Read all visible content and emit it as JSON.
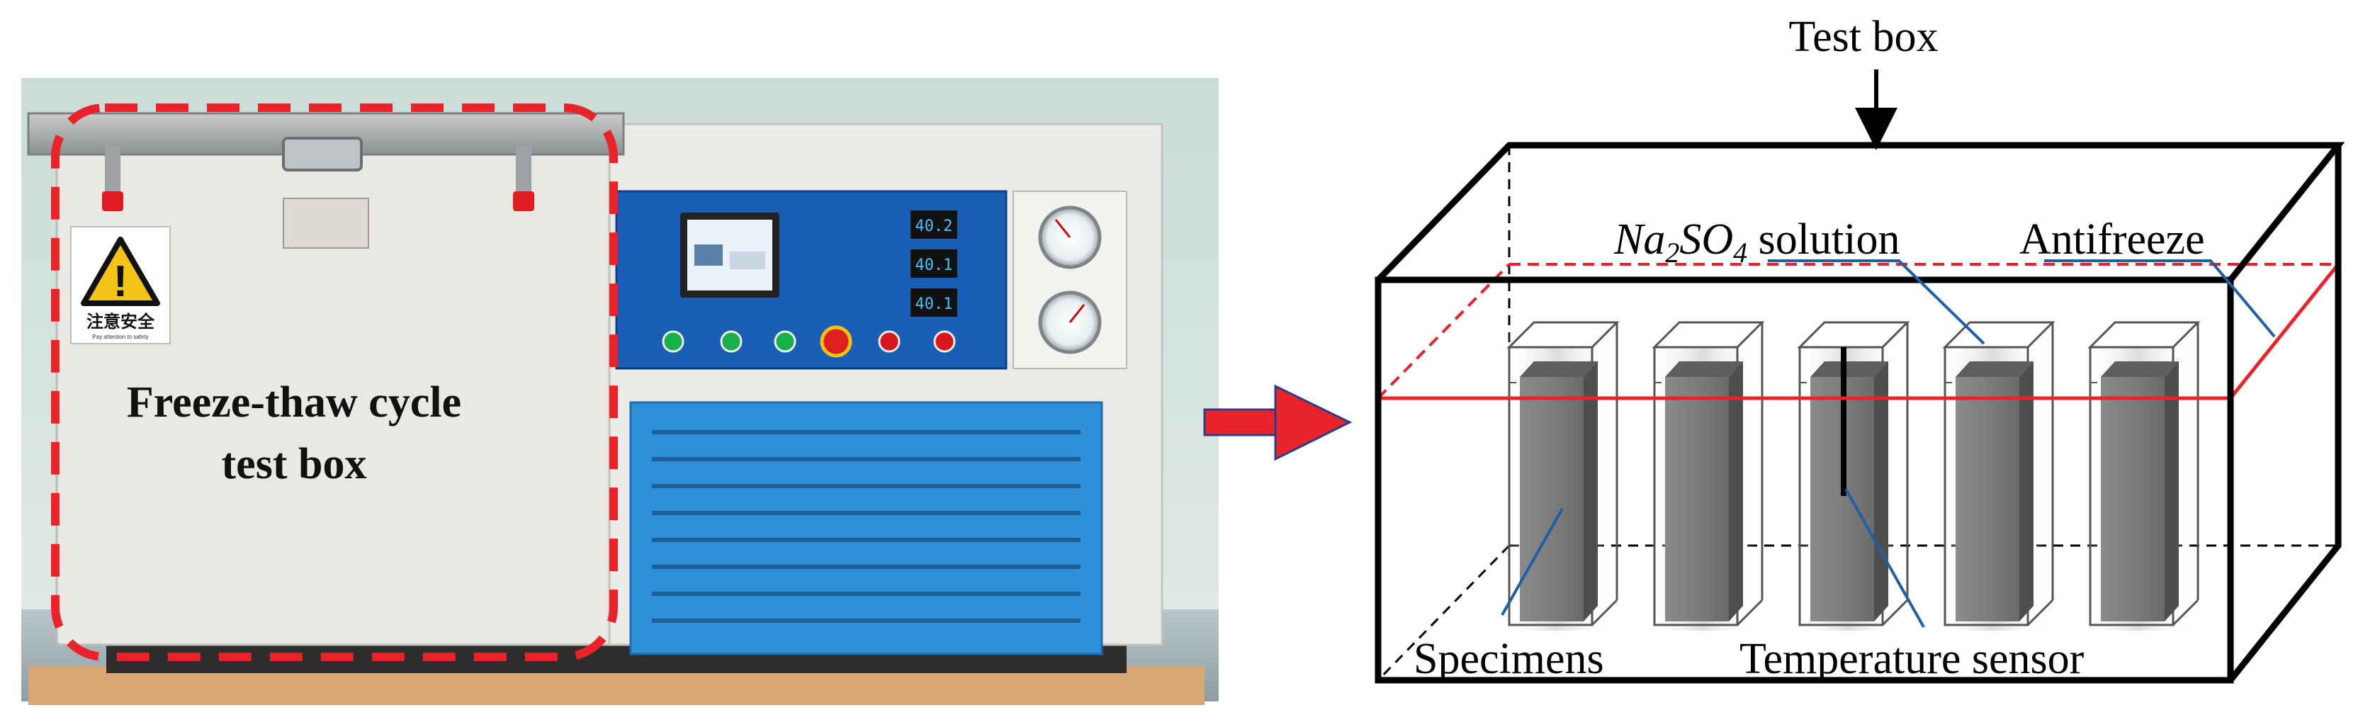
{
  "photo": {
    "label_line1": "Freeze-thaw cycle",
    "label_line2": "test box",
    "warning_sign_text": "注意安全",
    "warning_sign_subtext": "Pay attention to safety",
    "displays": [
      "40.2",
      "40.1",
      "40.1"
    ]
  },
  "diagram": {
    "title": "Test box",
    "solution_label_formula_parts": [
      "Na",
      "2",
      "SO",
      "4"
    ],
    "solution_label_suffix": " solution",
    "antifreeze_label": "Antifreeze",
    "specimens_label": "Specimens",
    "sensor_label": "Temperature sensor"
  },
  "colors": {
    "dashed_outline": "#e8232a",
    "arrow": "#e8232a",
    "control_panel": "#1a5fb4",
    "vent_panel": "#2f8fd8",
    "liquid_line": "#e8232a",
    "leader_line": "#1f5fa8"
  }
}
